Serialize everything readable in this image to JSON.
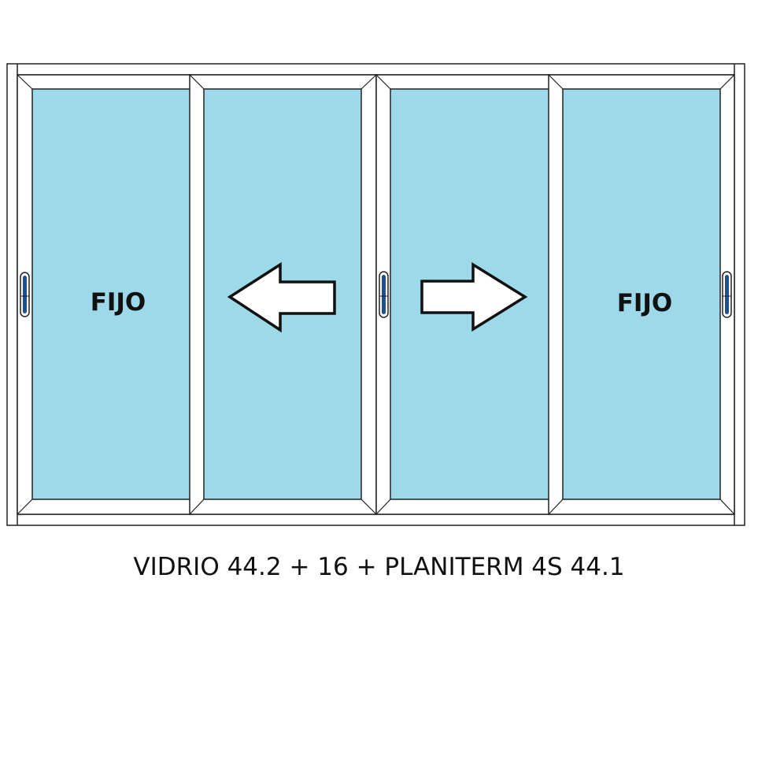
{
  "panels": [
    {
      "label": "FIJO",
      "kind": "fixed"
    },
    {
      "label": "",
      "kind": "sliding-left"
    },
    {
      "label": "",
      "kind": "sliding-right"
    },
    {
      "label": "FIJO",
      "kind": "fixed"
    }
  ],
  "caption": "VIDRIO 44.2 + 16 + PLANITERM 4S 44.1",
  "colors": {
    "glass": "#9dd9e9",
    "frame": "#ffffff",
    "outline": "#222222",
    "handle": "#1f4f8f",
    "text": "#111111"
  }
}
